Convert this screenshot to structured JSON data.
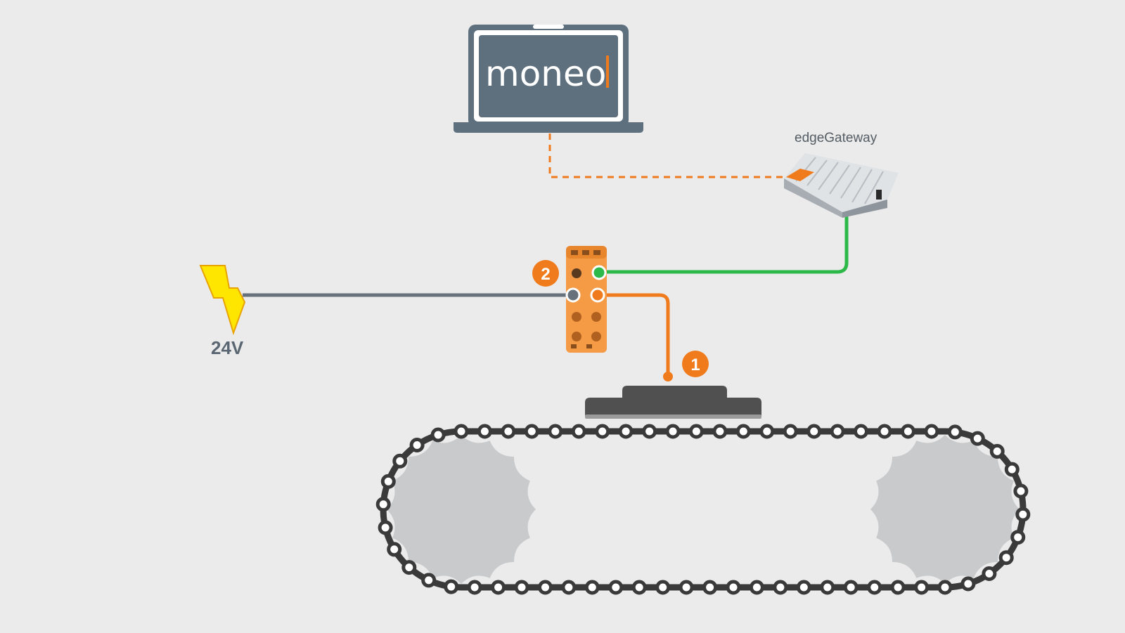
{
  "laptop": {
    "logo_text": "moneo"
  },
  "gateway": {
    "label": "edgeGateway"
  },
  "power": {
    "label": "24V"
  },
  "markers": [
    {
      "number": "1"
    },
    {
      "number": "2"
    }
  ],
  "colors": {
    "background": "#ebebeb",
    "laptop": "#5e6f7e",
    "accent_orange": "#f07b1d",
    "cable_green": "#2db84a",
    "cable_gray": "#66717c",
    "lightning": "#ffe600",
    "chain": "#3a3a3a",
    "sprocket": "#c8cacc",
    "sensor": "#505050",
    "gateway_body": "#c3c8cd",
    "io_module": "#f59a45"
  },
  "icons": [
    "laptop-icon",
    "edge-gateway-device",
    "io-link-master-module",
    "lightning-icon",
    "vibration-sensor",
    "chain-conveyor"
  ]
}
